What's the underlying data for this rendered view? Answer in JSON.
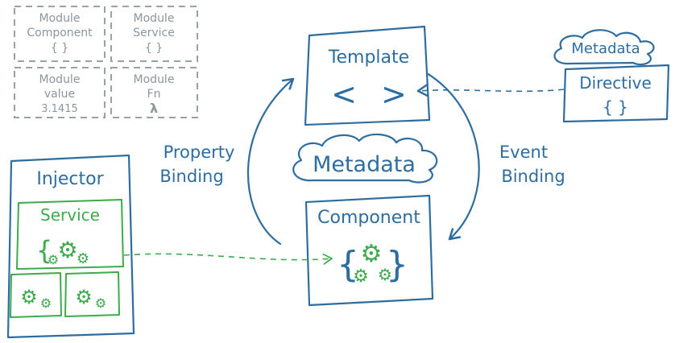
{
  "colors": {
    "blue": "#2e6da0",
    "green": "#3cab4b",
    "gray": "#98a2a9"
  },
  "modules": [
    {
      "line1": "Module",
      "line2": "Component",
      "line3": "{ }"
    },
    {
      "line1": "Module",
      "line2": "Service",
      "line3": "{ }"
    },
    {
      "line1": "Module",
      "line2": "value",
      "line3": "3.1415"
    },
    {
      "line1": "Module",
      "line2": "Fn",
      "line3": "λ"
    }
  ],
  "template_box": {
    "title": "Template",
    "symbol": "< >"
  },
  "metadata_cloud_center": {
    "label": "Metadata"
  },
  "metadata_cloud_right": {
    "label": "Metadata"
  },
  "directive_box": {
    "title": "Directive",
    "symbol": "{ }"
  },
  "component_box": {
    "title": "Component",
    "brace_open": "{",
    "brace_close": "}"
  },
  "injector_box": {
    "title": "Injector"
  },
  "service_box": {
    "title": "Service",
    "brace_open": "{"
  },
  "bindings": {
    "property_line1": "Property",
    "property_line2": "Binding",
    "event_line1": "Event",
    "event_line2": "Binding"
  },
  "icons": {
    "gear": "⚙"
  }
}
